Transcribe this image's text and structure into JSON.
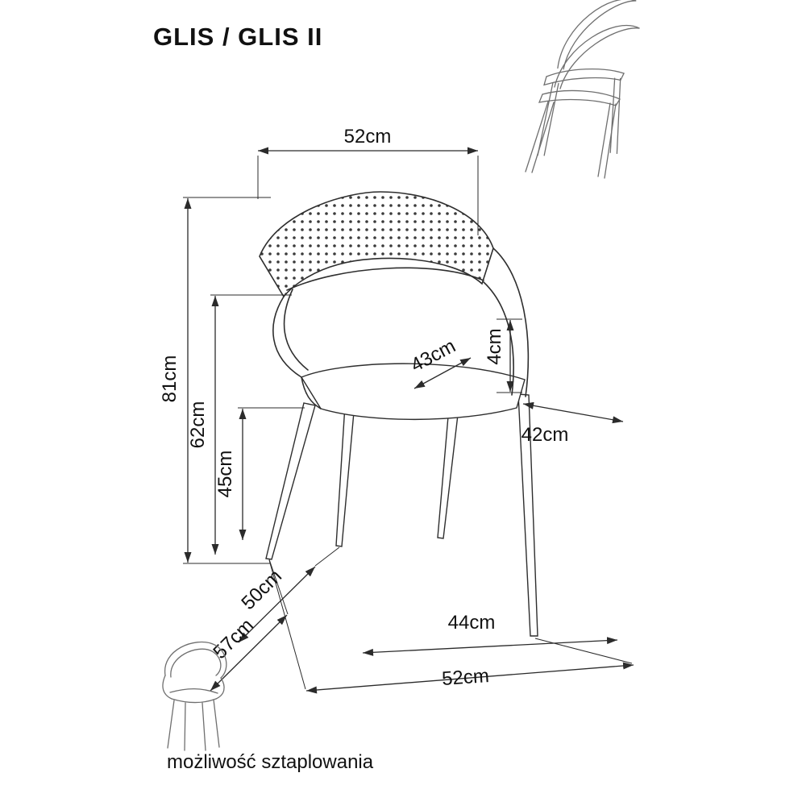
{
  "title": "GLIS / GLIS II",
  "caption": "możliwość sztaplowania",
  "dims": {
    "top_width": "52cm",
    "total_height": "81cm",
    "back_height": "62cm",
    "seat_height": "45cm",
    "seat_depth_inner": "43cm",
    "arm_drop": "4cm",
    "seat_width_back": "42cm",
    "seat_depth": "50cm",
    "total_depth": "57cm",
    "front_width": "44cm",
    "base_width": "52cm"
  },
  "colors": {
    "background": "#ffffff",
    "line": "#2b2b2b",
    "text": "#111111",
    "sketch": "#6f6f6f"
  }
}
